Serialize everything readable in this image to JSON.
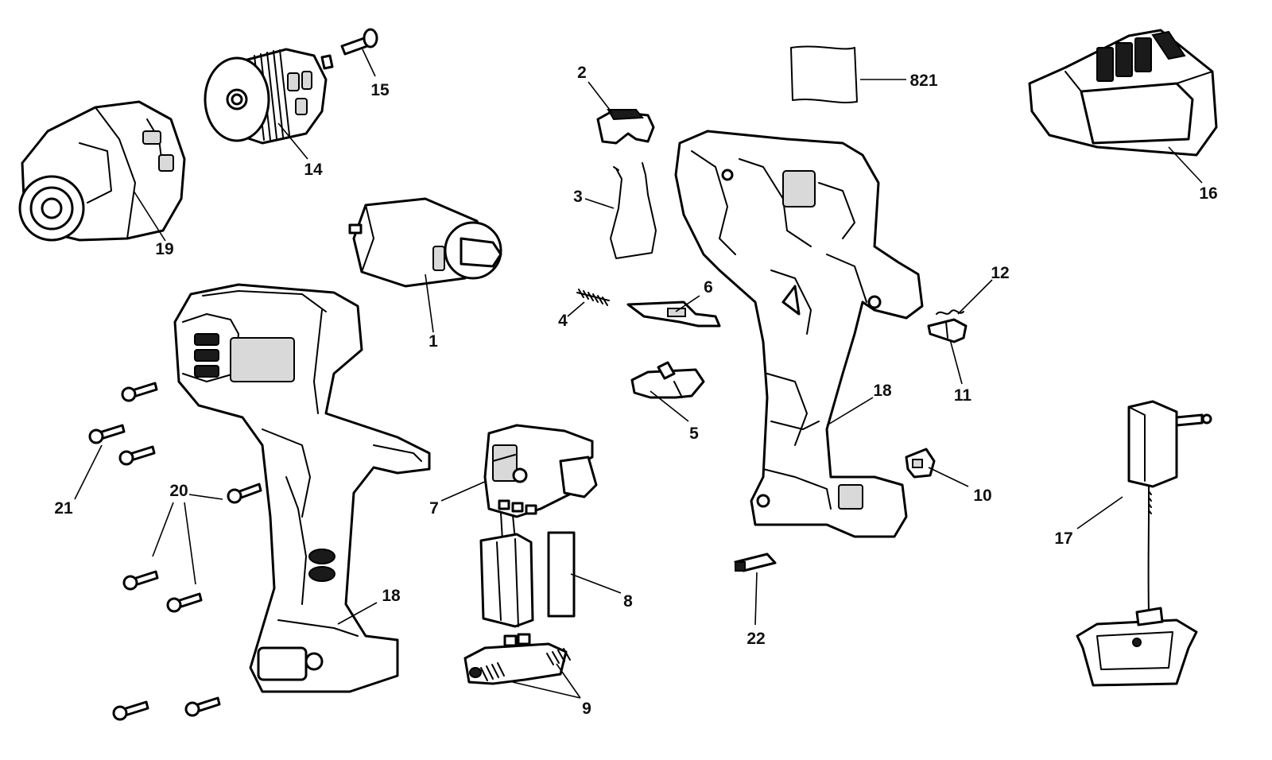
{
  "callouts": {
    "c1": "1",
    "c2": "2",
    "c3": "3",
    "c4": "4",
    "c5": "5",
    "c6": "6",
    "c7": "7",
    "c8": "8",
    "c9": "9",
    "c10": "10",
    "c11": "11",
    "c12": "12",
    "c14": "14",
    "c15": "15",
    "c16": "16",
    "c17": "17",
    "c18a": "18",
    "c18b": "18",
    "c19": "19",
    "c20": "20",
    "c21": "21",
    "c22": "22",
    "c821": "821"
  }
}
